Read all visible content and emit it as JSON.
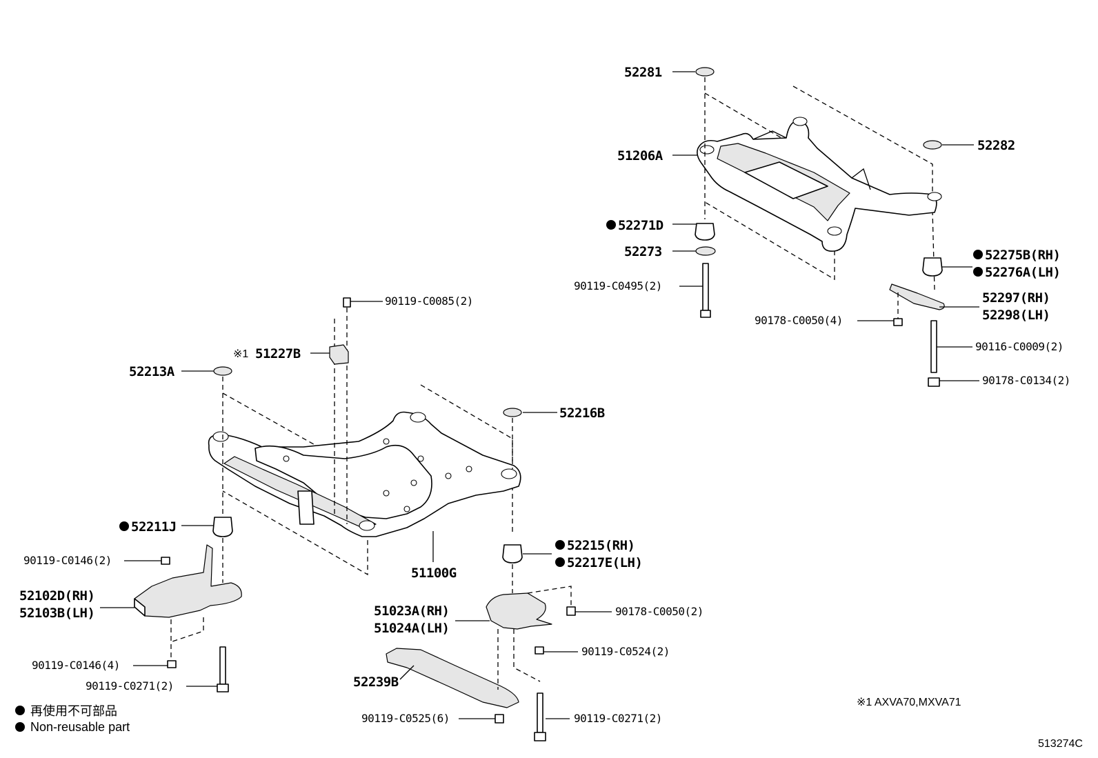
{
  "diagram_code": "513274C",
  "footnote": "※1 AXVA70,MXVA71",
  "legend": [
    {
      "text": "再使用不可部品"
    },
    {
      "text": "Non-reusable part"
    }
  ],
  "callouts": [
    {
      "id": "52281",
      "text": "52281",
      "size": "lg",
      "bullet": false
    },
    {
      "id": "51206A",
      "text": "51206A",
      "size": "lg",
      "bullet": false
    },
    {
      "id": "52282",
      "text": "52282",
      "size": "lg",
      "bullet": false
    },
    {
      "id": "52271D",
      "text": "52271D",
      "size": "lg",
      "bullet": true
    },
    {
      "id": "52273",
      "text": "52273",
      "size": "lg",
      "bullet": false
    },
    {
      "id": "52275B",
      "text": "52275B(RH)",
      "size": "lg",
      "bullet": true
    },
    {
      "id": "52276A",
      "text": "52276A(LH)",
      "size": "lg",
      "bullet": true
    },
    {
      "id": "90119-C0495",
      "text": "90119-C0495(2)",
      "size": "sm",
      "bullet": false
    },
    {
      "id": "52297",
      "text": "52297(RH)",
      "size": "lg",
      "bullet": false
    },
    {
      "id": "52298",
      "text": "52298(LH)",
      "size": "lg",
      "bullet": false
    },
    {
      "id": "90178-C0050a",
      "text": "90178-C0050(4)",
      "size": "sm",
      "bullet": false
    },
    {
      "id": "90116-C0009",
      "text": "90116-C0009(2)",
      "size": "sm",
      "bullet": false
    },
    {
      "id": "90178-C0134",
      "text": "90178-C0134(2)",
      "size": "sm",
      "bullet": false
    },
    {
      "id": "90119-C0085",
      "text": "90119-C0085(2)",
      "size": "sm",
      "bullet": false
    },
    {
      "id": "51227B",
      "text": "51227B",
      "size": "lg",
      "bullet": false,
      "prefix": "※1"
    },
    {
      "id": "52213A",
      "text": "52213A",
      "size": "lg",
      "bullet": false
    },
    {
      "id": "52216B",
      "text": "52216B",
      "size": "lg",
      "bullet": false
    },
    {
      "id": "52211J",
      "text": "52211J",
      "size": "lg",
      "bullet": true
    },
    {
      "id": "90119-C0146a",
      "text": "90119-C0146(2)",
      "size": "sm",
      "bullet": false
    },
    {
      "id": "52215",
      "text": "52215(RH)",
      "size": "lg",
      "bullet": true
    },
    {
      "id": "52217E",
      "text": "52217E(LH)",
      "size": "lg",
      "bullet": true
    },
    {
      "id": "51100G",
      "text": "51100G",
      "size": "lg",
      "bullet": false
    },
    {
      "id": "52102D",
      "text": "52102D(RH)",
      "size": "lg",
      "bullet": false
    },
    {
      "id": "52103B",
      "text": "52103B(LH)",
      "size": "lg",
      "bullet": false
    },
    {
      "id": "51023A",
      "text": "51023A(RH)",
      "size": "lg",
      "bullet": false
    },
    {
      "id": "51024A",
      "text": "51024A(LH)",
      "size": "lg",
      "bullet": false
    },
    {
      "id": "90178-C0050b",
      "text": "90178-C0050(2)",
      "size": "sm",
      "bullet": false
    },
    {
      "id": "90119-C0524",
      "text": "90119-C0524(2)",
      "size": "sm",
      "bullet": false
    },
    {
      "id": "90119-C0146b",
      "text": "90119-C0146(4)",
      "size": "sm",
      "bullet": false
    },
    {
      "id": "90119-C0271a",
      "text": "90119-C0271(2)",
      "size": "sm",
      "bullet": false
    },
    {
      "id": "52239B",
      "text": "52239B",
      "size": "lg",
      "bullet": false
    },
    {
      "id": "90119-C0525",
      "text": "90119-C0525(6)",
      "size": "sm",
      "bullet": false
    },
    {
      "id": "90119-C0271b",
      "text": "90119-C0271(2)",
      "size": "sm",
      "bullet": false
    }
  ]
}
